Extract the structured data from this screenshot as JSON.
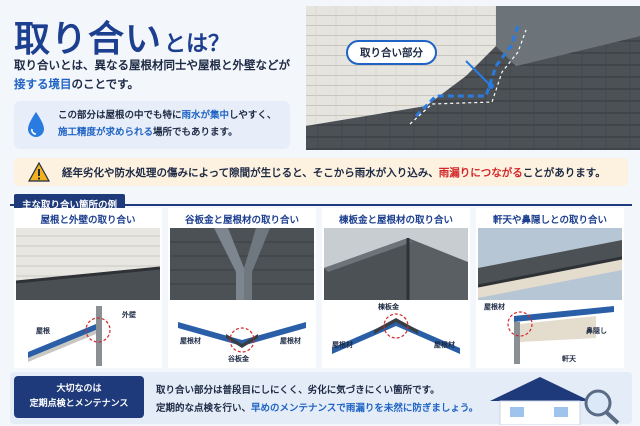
{
  "header": {
    "title_main": "取り合い",
    "title_sub": "とは？"
  },
  "lead": {
    "line1": "取り合いとは、異なる屋根材同士や屋根と外壁などが",
    "line2_hl": "接する境目",
    "line2_rest": "のことです。"
  },
  "note": {
    "icon": "water-drop-icon",
    "line1_a": "この部分は屋根の中でも特に",
    "line1_hl": "雨水が集中",
    "line1_b": "しやすく、",
    "line2_hl": "施工精度が求められる",
    "line2_rest": "場所でもあります。"
  },
  "photo": {
    "label": "取り合い部分"
  },
  "warning": {
    "icon": "warning-icon",
    "text_a": "経年劣化や防水処理の傷みによって隙間が生じると、そこから雨水が入り込み、",
    "text_red": "雨漏りにつながる",
    "text_b": "ことがあります。"
  },
  "examples": {
    "header": "主な取り合い箇所の例",
    "cards": [
      {
        "title": "屋根と外壁の取り合い",
        "labels": [
          "外壁",
          "屋根"
        ]
      },
      {
        "title": "谷板金と屋根材の取り合い",
        "labels": [
          "屋根材",
          "屋根材",
          "谷板金"
        ]
      },
      {
        "title": "棟板金と屋根材の取り合い",
        "labels": [
          "棟板金",
          "屋根材",
          "屋根材"
        ]
      },
      {
        "title": "軒天や鼻隠しとの取り合い",
        "labels": [
          "屋根材",
          "鼻隠し",
          "軒天"
        ]
      }
    ]
  },
  "bottom": {
    "badge_line1": "大切なのは",
    "badge_line2": "定期点検とメンテナンス",
    "text_line1": "取り合い部分は普段目にしにくく、劣化に気づきにくい箇所です。",
    "text_line2_a": "定期的な点検を行い、",
    "text_line2_hl": "早めのメンテナンスで雨漏りを未然に防ぎましょう。",
    "icon": "house-magnifier-icon"
  },
  "colors": {
    "brand_navy": "#1d3f8f",
    "accent_blue": "#1f63c4",
    "alert_red": "#d4282a",
    "warn_bg": "#fdf2e0"
  }
}
